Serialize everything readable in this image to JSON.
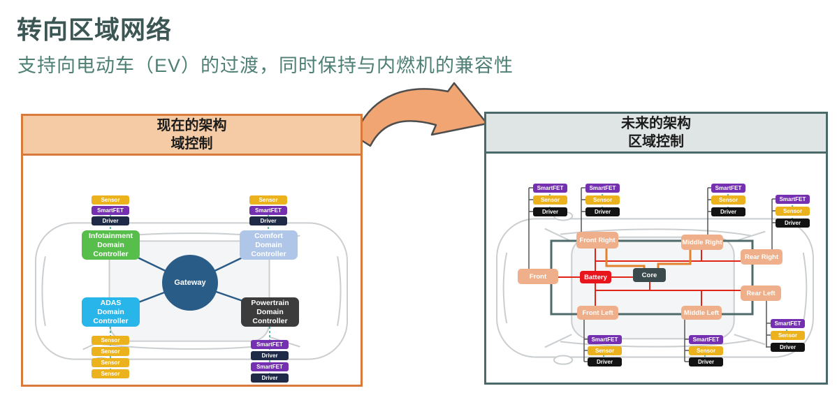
{
  "page": {
    "title": "转向区域网络",
    "subtitle": "支持向电动车（EV）的过渡，同时保持与内燃机的兼容性"
  },
  "labels": {
    "sensor": "Sensor",
    "smartfet": "SmartFET",
    "driver": "Driver"
  },
  "left_panel": {
    "header": {
      "line1": "现在的架构",
      "line2": "域控制"
    },
    "gateway_label": "Gateway",
    "controllers": {
      "infotainment": {
        "line1": "Infotainment",
        "line2": "Domain Controller"
      },
      "comfort": {
        "line1": "Comfort",
        "line2": "Domain Controller"
      },
      "adas": {
        "line1": "ADAS",
        "line2": "Domain Controller"
      },
      "powertrain": {
        "line1": "Powertrain",
        "line2": "Domain Controller"
      }
    }
  },
  "right_panel": {
    "header": {
      "line1": "未来的架构",
      "line2": "区域控制"
    },
    "zones": {
      "front": "Front",
      "front_right": "Front Right",
      "middle_right": "Middle Right",
      "rear_right": "Rear Right",
      "rear_left": "Rear Left",
      "front_left": "Front Left",
      "middle_left": "Middle Left",
      "battery": "Battery",
      "core": "Core"
    }
  },
  "colors": {
    "title_color": "#3C5654",
    "subtitle_color": "#4E7F74",
    "left_border": "#D97A3D",
    "left_header_bg": "#F4CBA5",
    "right_border": "#4A6A6A",
    "right_header_bg": "#DFE5E4",
    "arrow_fill": "#F0A573",
    "sensor_bg": "#ECB21D",
    "smartfet_bg": "#7430B0",
    "driver_navy_bg": "#1F2A47",
    "driver_black_bg": "#131313",
    "infotainment_bg": "#58BE4B",
    "comfort_bg": "#AFC6E8",
    "adas_bg": "#27B5EA",
    "powertrain_bg": "#3C3C3C",
    "gateway_bg": "#2A5C88",
    "zone_bg": "#EFAF8B",
    "battery_bg": "#E8151C",
    "core_bg": "#3A4A4D",
    "ring_color": "#4F6A6A",
    "power_line": "#E02418",
    "comm_line": "#E2822C",
    "gateway_line": "#2A5B87",
    "dashed_line": "#2BA58F"
  }
}
